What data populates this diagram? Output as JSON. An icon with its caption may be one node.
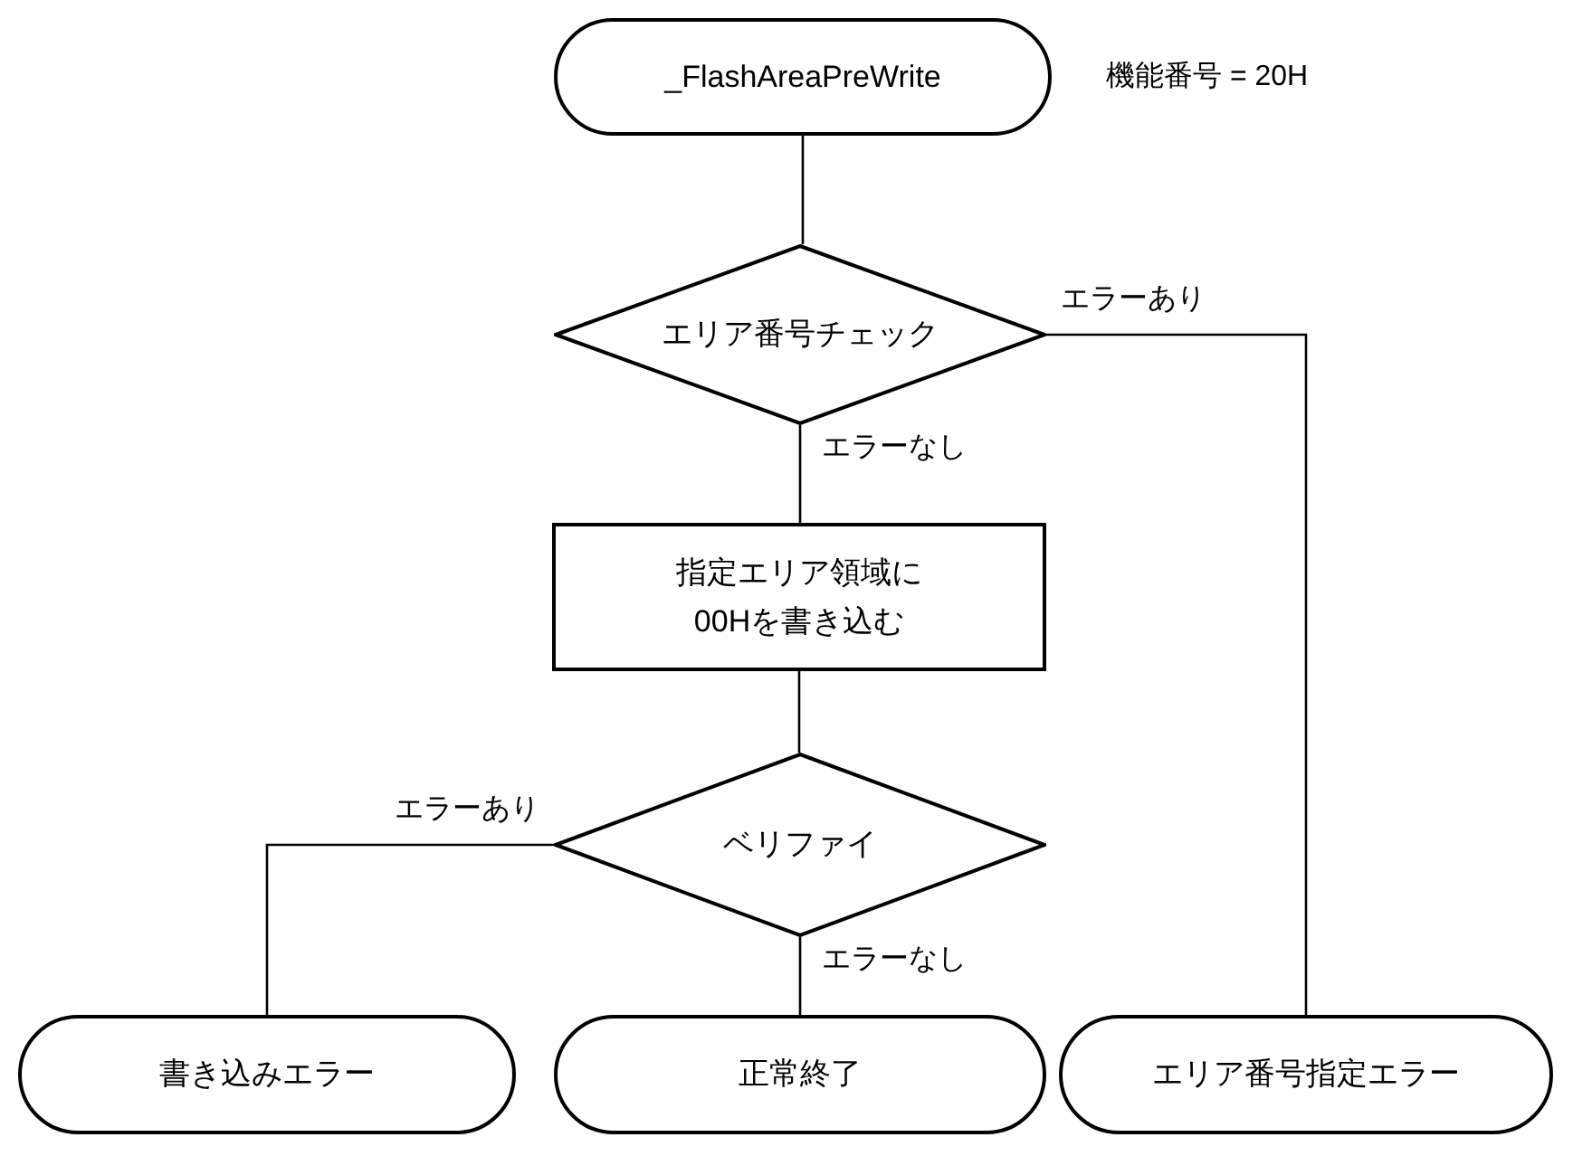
{
  "diagram": {
    "nodes": [
      {
        "text": [
          "_FlashAreaPreWrite"
        ],
        "beside": [
          "機能番号 = 20H"
        ]
      },
      {
        "text": [
          "エリア番号チェック"
        ]
      },
      {
        "text": [
          "指定エリア領域に00Hを書き込む"
        ]
      },
      {
        "text": [
          "ベリファイ"
        ]
      },
      {
        "text": [
          "書き込みエラー"
        ]
      },
      {
        "text": [
          "正常終了"
        ]
      },
      {
        "text": [
          "エリア番号指定エラー"
        ]
      }
    ],
    "edges": [
      {
        "from": 0,
        "to": 1,
        "arrow": "none"
      },
      {
        "from": 1,
        "to": 6,
        "arrow": "none",
        "label": "エラーあり"
      },
      {
        "from": 1,
        "to": 2,
        "arrow": "none",
        "label": "エラーなし"
      },
      {
        "from": 2,
        "to": 3,
        "arrow": "none"
      },
      {
        "from": 3,
        "to": 4,
        "arrow": "none",
        "label": "エラーあり"
      },
      {
        "from": 3,
        "to": 5,
        "arrow": "none",
        "label": "エラーなし"
      }
    ]
  }
}
